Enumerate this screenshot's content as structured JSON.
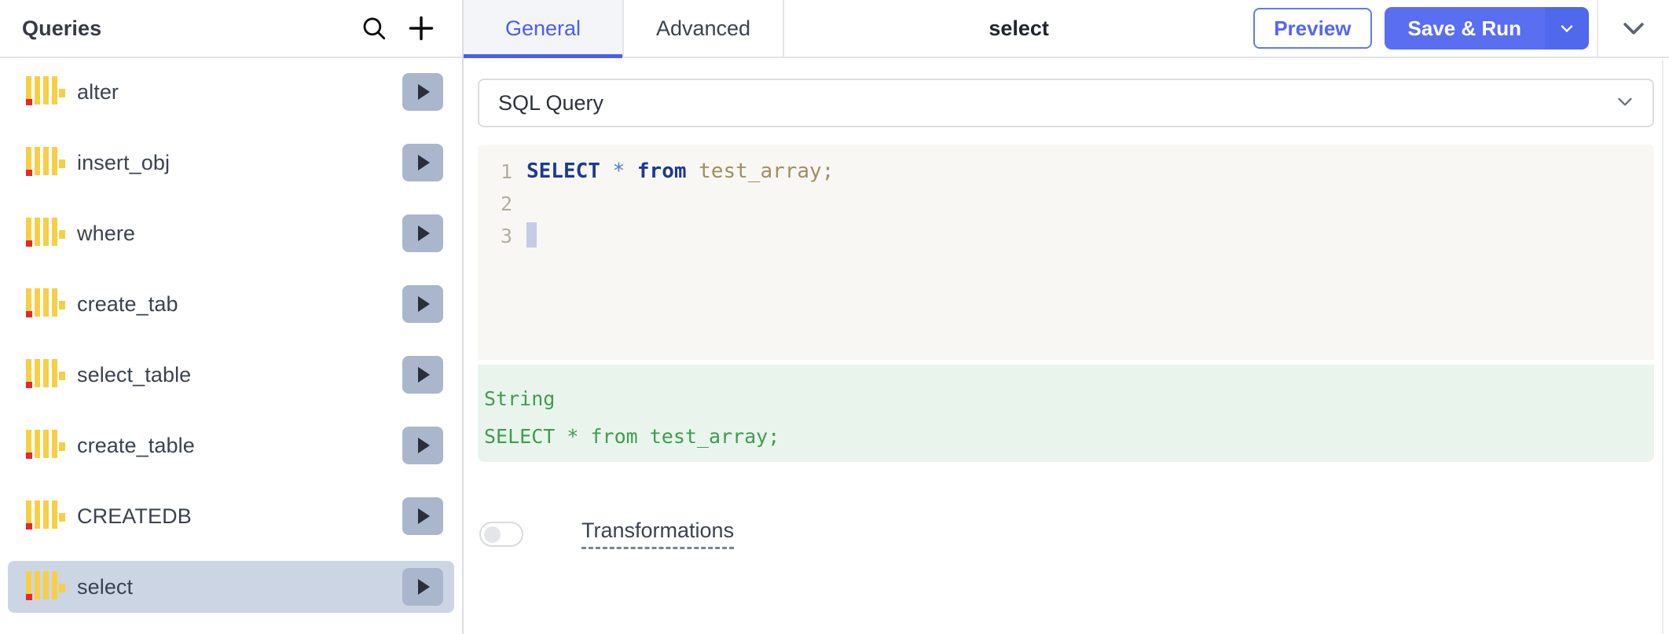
{
  "sidebar": {
    "title": "Queries",
    "search_icon": "search-icon",
    "add_icon": "plus-icon",
    "items": [
      {
        "label": "alter",
        "selected": false,
        "run_icon": "play-icon"
      },
      {
        "label": "insert_obj",
        "selected": false,
        "run_icon": "play-icon"
      },
      {
        "label": "where",
        "selected": false,
        "run_icon": "play-icon"
      },
      {
        "label": "create_tab",
        "selected": false,
        "run_icon": "play-icon"
      },
      {
        "label": "select_table",
        "selected": false,
        "run_icon": "play-icon"
      },
      {
        "label": "create_table",
        "selected": false,
        "run_icon": "play-icon"
      },
      {
        "label": "CREATEDB",
        "selected": false,
        "run_icon": "play-icon"
      },
      {
        "label": "select",
        "selected": true,
        "run_icon": "play-icon"
      }
    ]
  },
  "topbar": {
    "tabs": [
      {
        "label": "General",
        "active": true
      },
      {
        "label": "Advanced",
        "active": false
      }
    ],
    "document_title": "select",
    "preview_label": "Preview",
    "save_run_label": "Save & Run",
    "save_run_caret_icon": "chevron-down-icon",
    "collapse_icon": "chevron-down-icon"
  },
  "main": {
    "query_type_select": {
      "value": "SQL Query",
      "caret_icon": "chevron-down-icon"
    },
    "editor": {
      "lines": [
        {
          "number": "1",
          "tokens": [
            {
              "text": "SELECT",
              "type": "keyword"
            },
            {
              "text": " ",
              "type": "plain"
            },
            {
              "text": "*",
              "type": "star"
            },
            {
              "text": " ",
              "type": "plain"
            },
            {
              "text": "from",
              "type": "keyword"
            },
            {
              "text": " ",
              "type": "plain"
            },
            {
              "text": "test_array",
              "type": "identifier"
            },
            {
              "text": ";",
              "type": "punctuation"
            }
          ]
        },
        {
          "number": "2",
          "tokens": []
        },
        {
          "number": "3",
          "tokens": [],
          "caret": true
        }
      ],
      "plain_text": "SELECT * from test_array;"
    },
    "preview": {
      "type_label": "String",
      "value": "SELECT * from test_array;"
    },
    "transformations": {
      "label": "Transformations",
      "enabled": false
    }
  },
  "colors": {
    "accent_blue": "#5a6ef2",
    "tab_active_blue": "#4a5ef0",
    "selected_row": "#ccd5e4",
    "run_button": "#aab6cb",
    "icon_yellow": "#f7cf46",
    "icon_red": "#e5282a",
    "editor_bg": "#f8f7f3",
    "preview_bg": "#e9f5ec",
    "preview_text": "#3f9c4f"
  }
}
